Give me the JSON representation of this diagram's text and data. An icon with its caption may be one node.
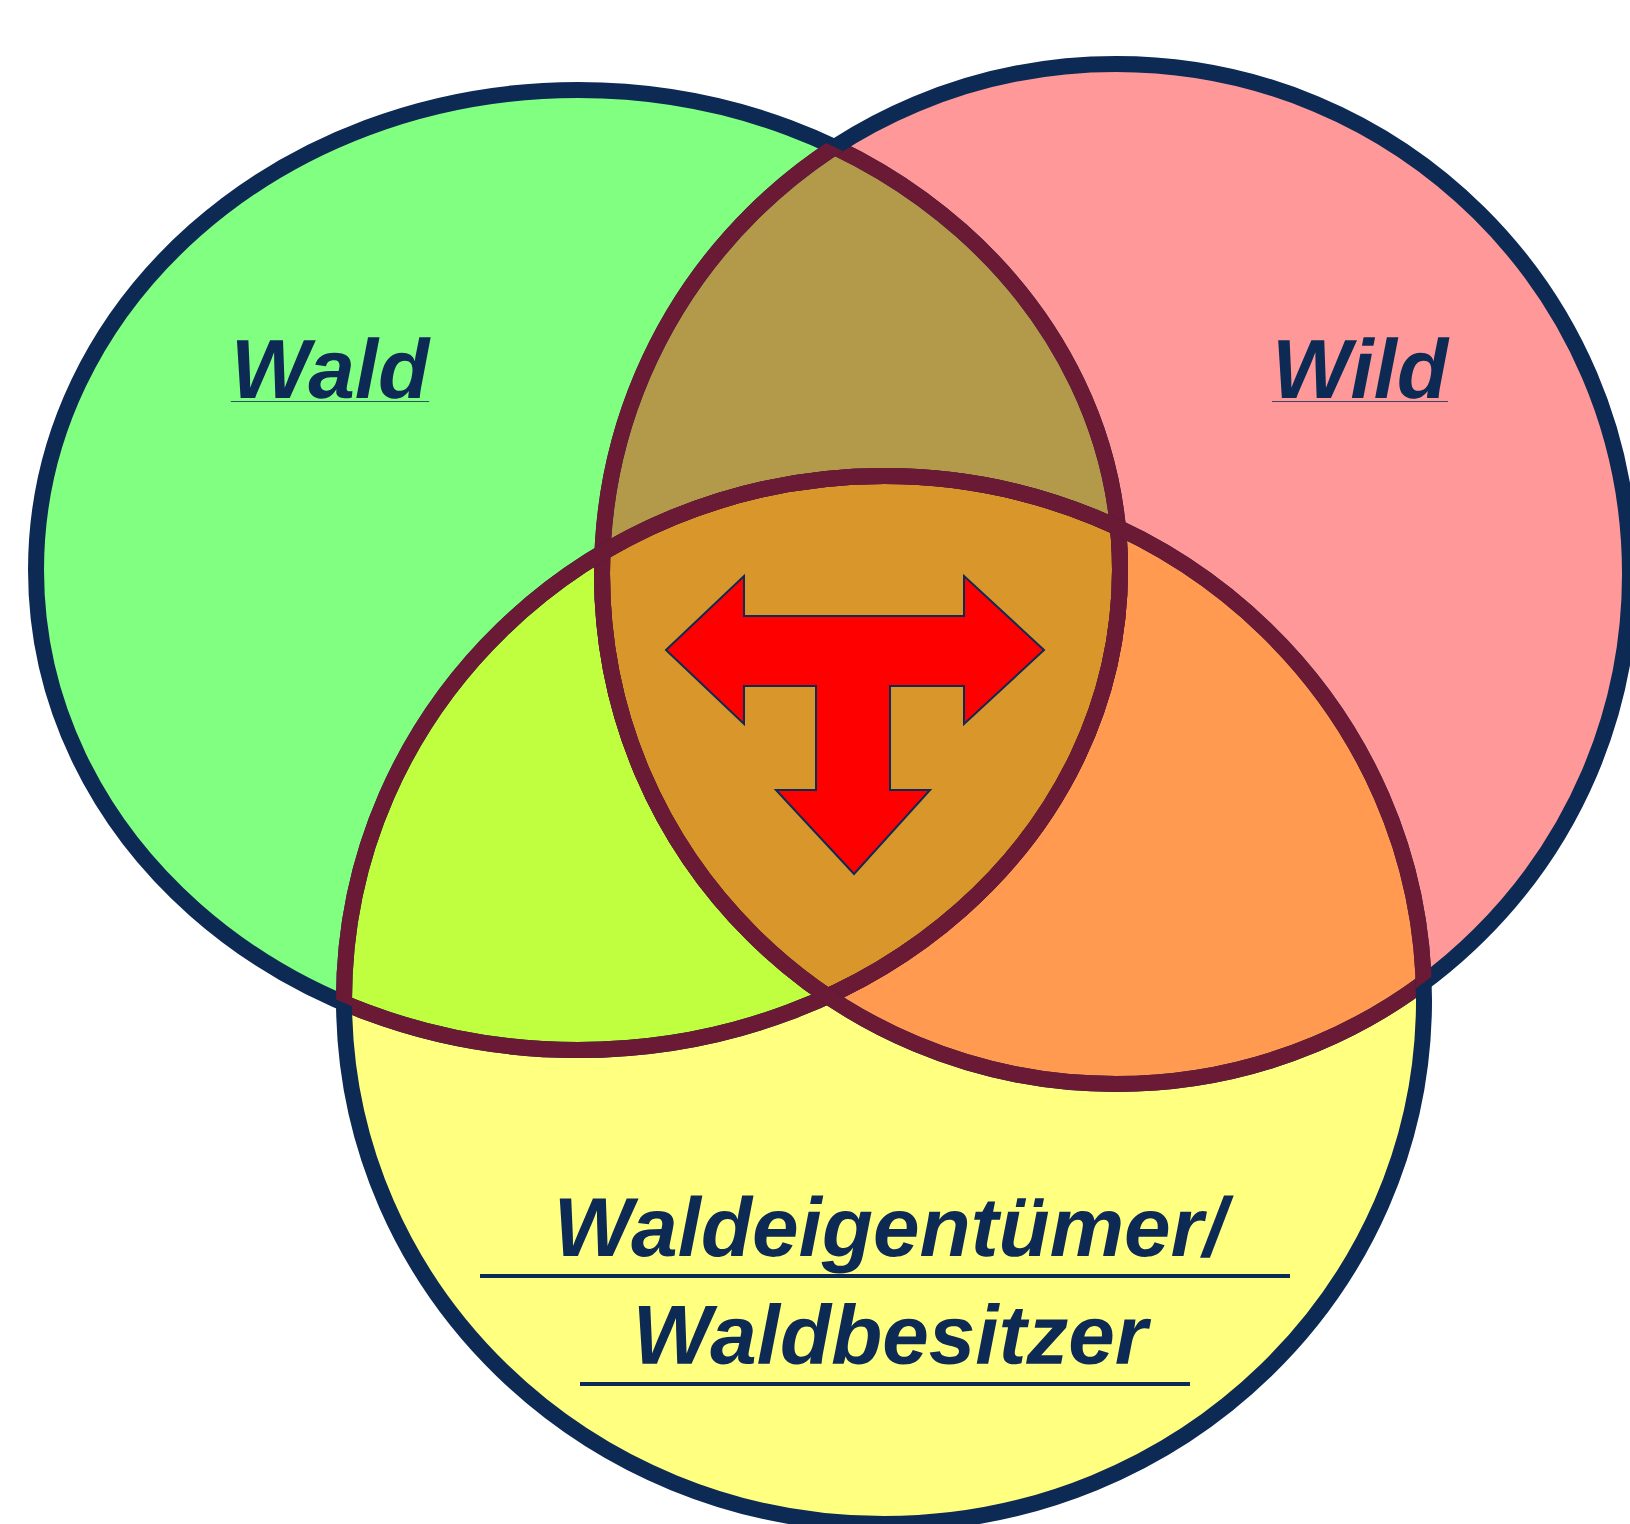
{
  "diagram": {
    "nodes": [
      {
        "text": [
          "Wald"
        ]
      },
      {
        "text": [
          "Wild"
        ]
      },
      {
        "text": [
          "Waldeigentümer/ Waldbesitzer"
        ]
      }
    ]
  }
}
